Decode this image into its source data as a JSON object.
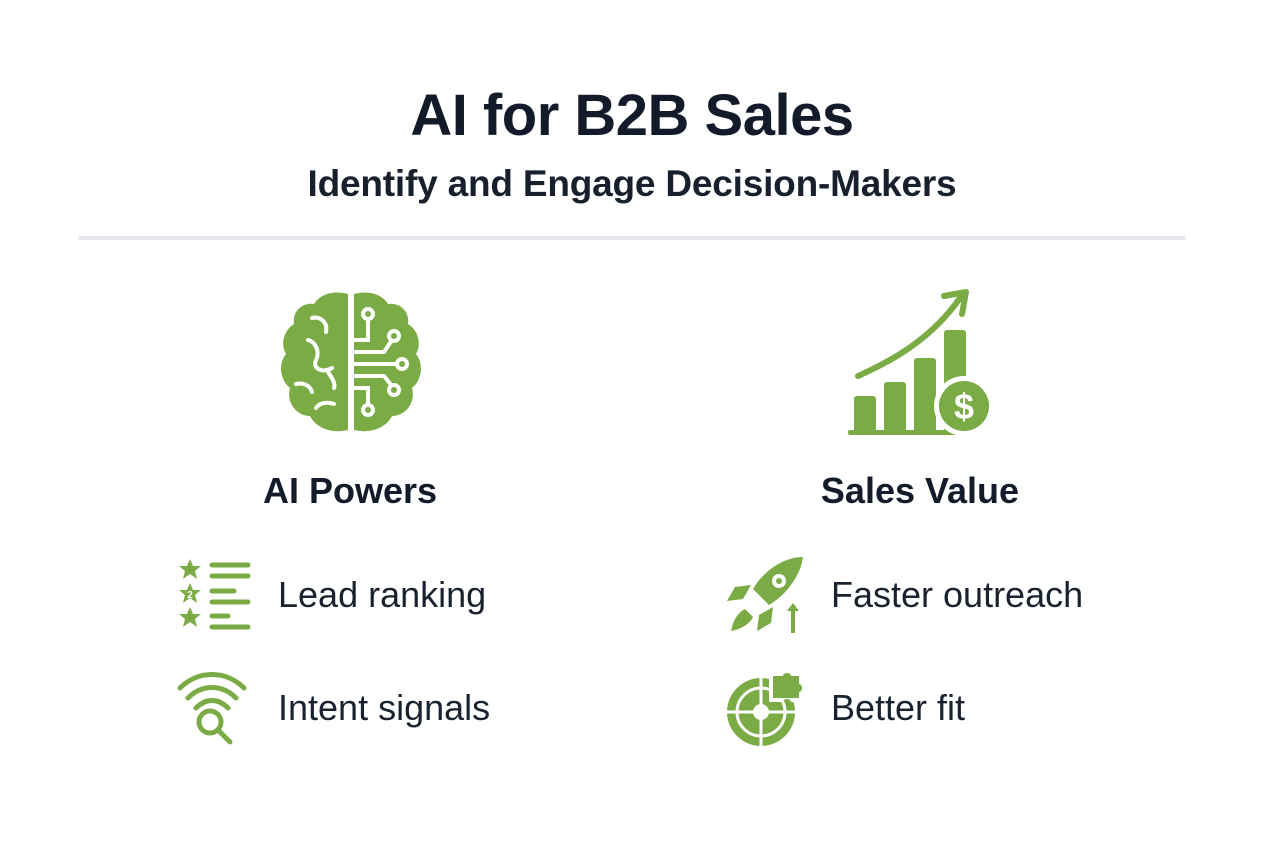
{
  "header": {
    "title": "AI for B2B Sales",
    "subtitle": "Identify and Engage Decision-Makers"
  },
  "theme": {
    "accent": "#7aab45",
    "text": "#141c2b",
    "divider": "#e5e9ee",
    "background": "#ffffff"
  },
  "columns": [
    {
      "heading": "AI Powers",
      "hero_icon": "brain-circuit-icon",
      "items": [
        {
          "label": "Lead ranking",
          "icon": "ranked-list-icon"
        },
        {
          "label": "Intent signals",
          "icon": "signal-search-icon"
        }
      ]
    },
    {
      "heading": "Sales Value",
      "hero_icon": "growth-chart-dollar-icon",
      "items": [
        {
          "label": "Faster outreach",
          "icon": "rocket-icon"
        },
        {
          "label": "Better fit",
          "icon": "puzzle-target-icon"
        }
      ]
    }
  ]
}
